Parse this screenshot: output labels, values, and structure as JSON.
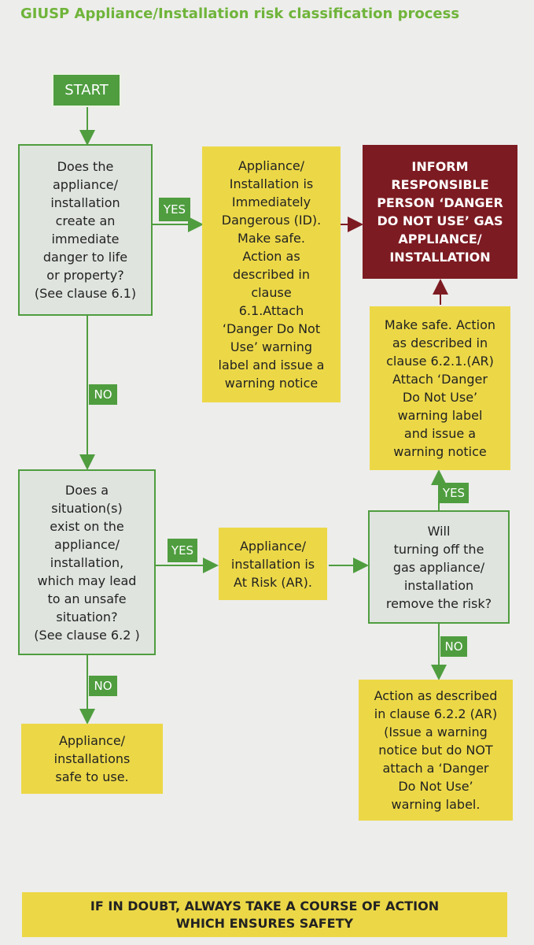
{
  "title": "GIUSP Appliance/Installation risk classification process",
  "start": "START",
  "q1": "Does the\nappliance/\ninstallation\ncreate an\nimmediate\ndanger to life\nor property?\n(See clause 6.1)",
  "id_box": "Appliance/\nInstallation is\nImmediately\nDangerous (ID).\nMake safe.\nAction as\ndescribed in\nclause\n6.1.Attach\n‘Danger Do Not\nUse’ warning\nlabel and issue a\nwarning notice",
  "inform": "INFORM\nRESPONSIBLE\nPERSON ‘DANGER\nDO NOT USE’ GAS\nAPPLIANCE/\nINSTALLATION",
  "makesafe": "Make safe. Action\nas described in\nclause 6.2.1.(AR)\nAttach ‘Danger\nDo Not Use’\nwarning label\nand issue a\nwarning notice",
  "q2": "Does a\nsituation(s)\nexist on the\nappliance/\ninstallation,\nwhich  may lead\nto an unsafe\nsituation?\n(See clause 6.2 )",
  "atrisk": "Appliance/\ninstallation is\nAt Risk (AR).",
  "q3": "Will\nturning off the\ngas appliance/\ninstallation\nremove the risk?",
  "safe": "Appliance/\ninstallations\nsafe to use.",
  "action622": "Action as described\nin clause 6.2.2 (AR)\n(Issue a warning\nnotice but do NOT\nattach a ‘Danger\nDo Not Use’\nwarning label.",
  "labels": {
    "yes": "YES",
    "no": "NO"
  },
  "footer": "IF IN DOUBT, ALWAYS TAKE A COURSE OF ACTION\nWHICH ENSURES SAFETY",
  "colors": {
    "green": "#4f9d3f",
    "title_green": "#6fb43a",
    "yellow": "#ecd847",
    "danger": "#7d1b22",
    "question_fill": "#dfe4df",
    "background": "#ededeb"
  }
}
